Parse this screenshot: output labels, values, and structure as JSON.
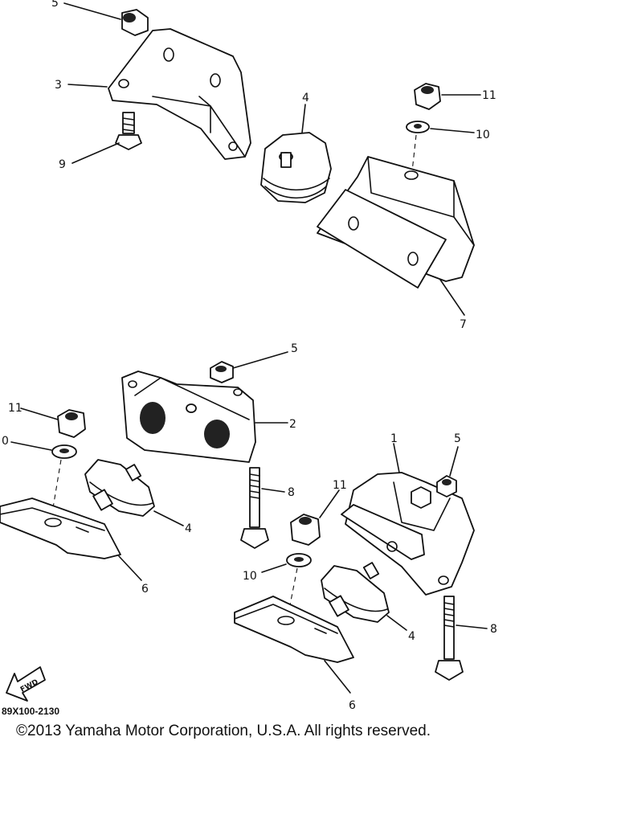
{
  "callouts": {
    "part_5_top": "5",
    "part_3": "3",
    "part_9": "9",
    "part_4_top": "4",
    "part_11_top": "11",
    "part_10_top": "10",
    "part_7": "7",
    "part_5_mid": "5",
    "part_2": "2",
    "part_11_left": "11",
    "part_10_left": "0",
    "part_4_left": "4",
    "part_6_left": "6",
    "part_8_mid": "8",
    "part_1": "1",
    "part_5_right": "5",
    "part_11_right": "11",
    "part_10_right": "10",
    "part_4_right": "4",
    "part_8_right": "8",
    "part_6_right": "6"
  },
  "fwd_label": "FWD",
  "diagram_code": "89X100-2130",
  "copyright": "©2013 Yamaha Motor Corporation, U.S.A. All rights reserved."
}
